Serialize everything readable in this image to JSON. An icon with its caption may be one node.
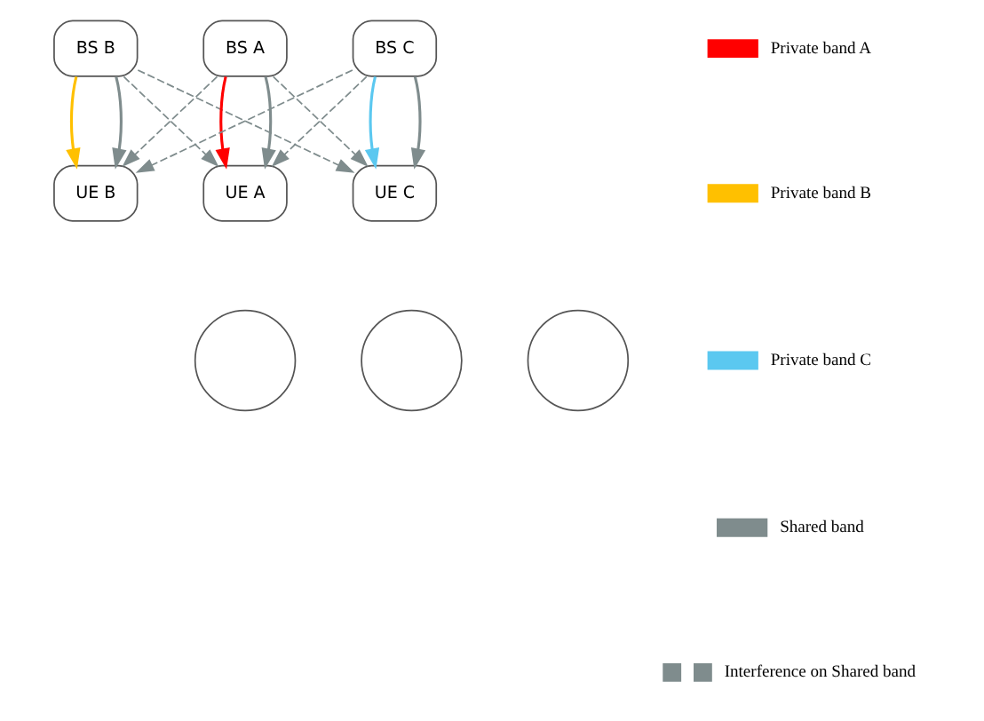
{
  "diagram": {
    "nodes": [
      {
        "text": [
          "UE B"
        ]
      },
      {
        "text": [
          "BS B"
        ]
      },
      {
        "text": [
          "BS A"
        ]
      },
      {
        "text": [
          "BS C"
        ]
      },
      {
        "text": [
          "UE A"
        ]
      },
      {
        "text": [
          "UE C"
        ]
      },
      {
        "text": [],
        "shape": "circle"
      },
      {
        "text": [],
        "shape": "circle"
      },
      {
        "text": [],
        "shape": "circle"
      }
    ],
    "edges": [
      {
        "from": 2,
        "to": 4,
        "arrow": "to",
        "color": "#ff0000"
      },
      {
        "from": 2,
        "to": 4,
        "arrow": "to"
      },
      {
        "from": 1,
        "to": 0,
        "arrow": "to",
        "color": "#ffc000"
      },
      {
        "from": 1,
        "to": 0,
        "arrow": "to"
      },
      {
        "from": 3,
        "to": 5,
        "arrow": "to",
        "color": "#5bc8f0"
      },
      {
        "from": 3,
        "to": 5,
        "arrow": "to"
      },
      {
        "from": 2,
        "to": 0,
        "arrow": "to",
        "style": "dashed"
      },
      {
        "from": 2,
        "to": 5,
        "arrow": "to",
        "style": "dashed"
      },
      {
        "from": 1,
        "to": 4,
        "arrow": "to",
        "style": "dashed"
      },
      {
        "from": 1,
        "to": 5,
        "arrow": "to",
        "style": "dashed"
      },
      {
        "from": 3,
        "to": 4,
        "arrow": "to",
        "style": "dashed"
      },
      {
        "from": 3,
        "to": 0,
        "arrow": "to",
        "style": "dashed"
      }
    ],
    "legend": [
      {
        "text": "Private band A"
      },
      {
        "text": "Private band B"
      },
      {
        "text": "Private band C"
      },
      {
        "text": "Shared band"
      },
      {
        "text": "Interference on Shared band"
      }
    ]
  }
}
